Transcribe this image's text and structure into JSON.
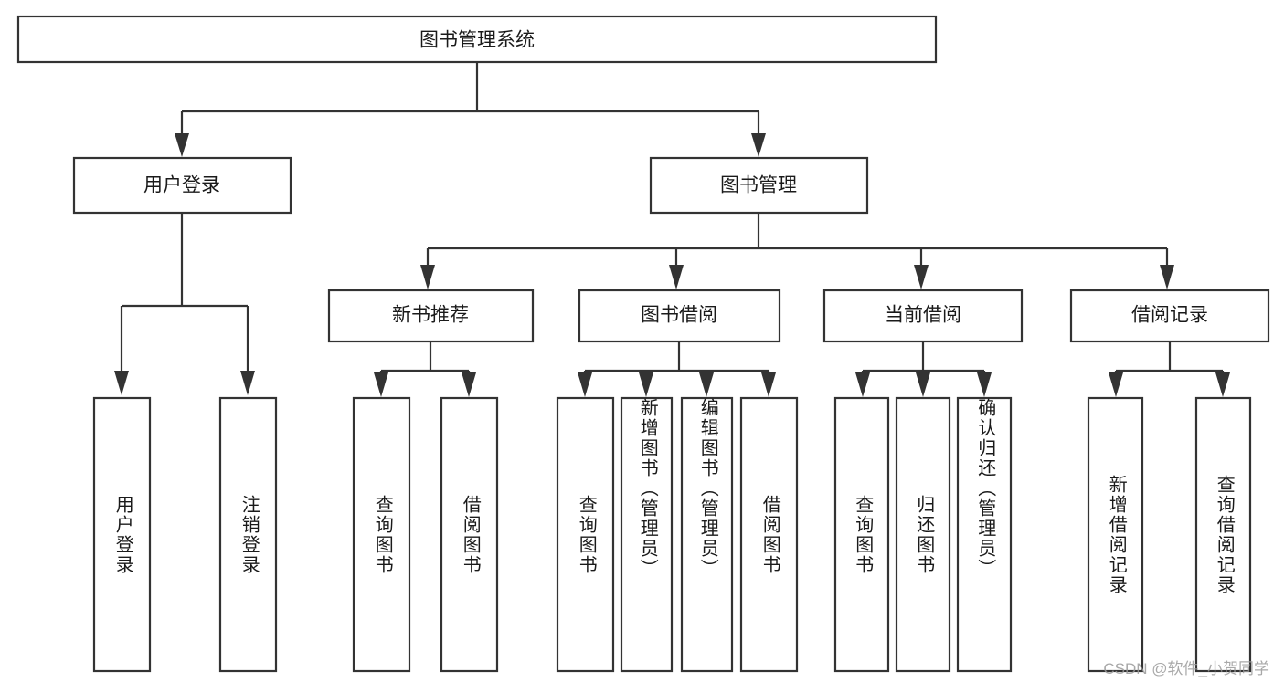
{
  "diagram": {
    "title": "图书管理系统",
    "watermark": "CSDN @软件_小贺同学",
    "colors": {
      "stroke": "#333333",
      "box_fill": "#ffffff",
      "text": "#1a1a1a",
      "watermark": "#9a9a9a",
      "background": "#ffffff"
    },
    "root": {
      "label": "图书管理系统"
    },
    "level2": [
      {
        "label": "用户登录"
      },
      {
        "label": "图书管理"
      }
    ],
    "level3": [
      {
        "label": "新书推荐"
      },
      {
        "label": "图书借阅"
      },
      {
        "label": "当前借阅"
      },
      {
        "label": "借阅记录"
      }
    ],
    "leaves": {
      "user_login": [
        {
          "label": "用户登录"
        },
        {
          "label": "注销登录"
        }
      ],
      "new_book_recommend": [
        {
          "label": "查询图书"
        },
        {
          "label": "借阅图书"
        }
      ],
      "book_borrow": [
        {
          "label": "查询图书"
        },
        {
          "label": "新增图书（管理员）"
        },
        {
          "label": "编辑图书（管理员）"
        },
        {
          "label": "借阅图书"
        }
      ],
      "current_borrow": [
        {
          "label": "查询图书"
        },
        {
          "label": "归还图书"
        },
        {
          "label": "确认归还（管理员）"
        }
      ],
      "borrow_record": [
        {
          "label": "新增借阅记录"
        },
        {
          "label": "查询借阅记录"
        }
      ]
    }
  }
}
